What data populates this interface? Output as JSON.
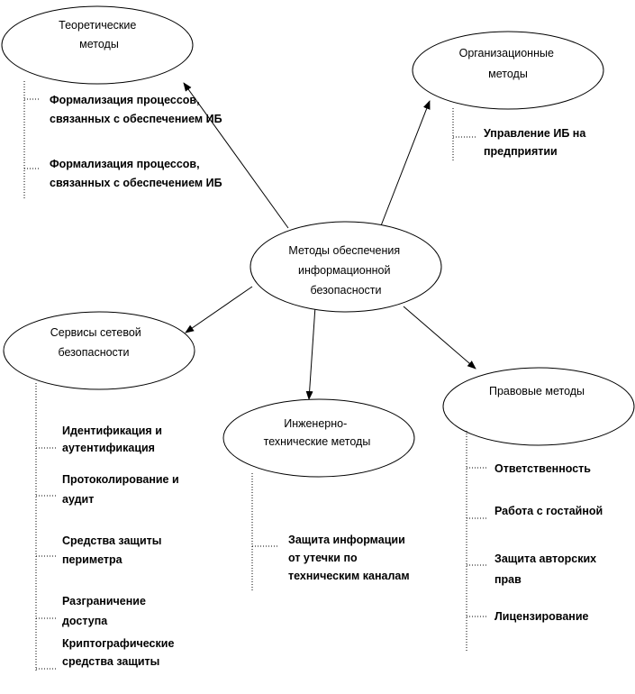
{
  "nodes": {
    "center": [
      "Методы обеспечения",
      "информационной",
      "безопасности"
    ],
    "theoretical": [
      "Теоретические",
      "методы"
    ],
    "organizational": [
      "Организационные",
      "методы"
    ],
    "network": [
      "Сервисы сетевой",
      "безопасности"
    ],
    "engineering": [
      "Инженерно-",
      "технические методы"
    ],
    "legal": [
      "Правовые методы"
    ]
  },
  "lists": {
    "theoretical": [
      [
        "Формализация процессов,",
        "связанных с обеспечением ИБ"
      ],
      [
        "Формализация процессов,",
        "связанных с обеспечением ИБ"
      ]
    ],
    "organizational": [
      [
        "Управление ИБ на",
        "предприятии"
      ]
    ],
    "network": [
      [
        "Идентификация и",
        "аутентификация"
      ],
      [
        "Протоколирование и",
        "аудит"
      ],
      [
        "Средства защиты",
        "периметра"
      ],
      [
        "Разграничение",
        "доступа"
      ],
      [
        "Криптографические",
        "средства защиты"
      ]
    ],
    "engineering": [
      [
        "Защита информации",
        "от утечки по",
        "техническим каналам"
      ]
    ],
    "legal": [
      [
        "Ответственность"
      ],
      [
        "Работа с гостайной"
      ],
      [
        "Защита авторских",
        "прав"
      ],
      [
        "Лицензирование"
      ]
    ]
  }
}
